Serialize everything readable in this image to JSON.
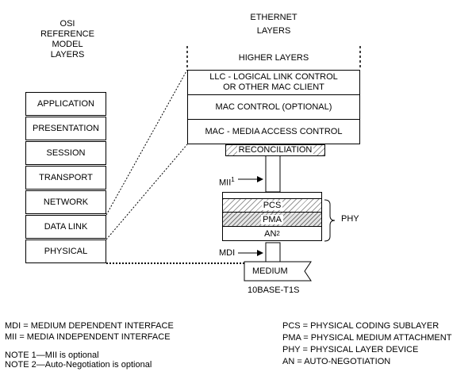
{
  "osi": {
    "title_lines": [
      "OSI",
      "REFERENCE",
      "MODEL",
      "LAYERS"
    ],
    "layers": [
      "APPLICATION",
      "PRESENTATION",
      "SESSION",
      "TRANSPORT",
      "NETWORK",
      "DATA LINK",
      "PHYSICAL"
    ]
  },
  "ethernet": {
    "title_lines": [
      "ETHERNET",
      "LAYERS"
    ],
    "higher": "HIGHER LAYERS",
    "llc_line1": "LLC - LOGICAL LINK CONTROL",
    "llc_line2": "OR OTHER MAC CLIENT",
    "mac_control": "MAC CONTROL (OPTIONAL)",
    "mac": "MAC - MEDIA ACCESS CONTROL",
    "reconciliation": "RECONCILIATION",
    "mii_label": "MII",
    "mii_sup": "1",
    "pcs": "PCS",
    "pma": "PMA",
    "an": "AN",
    "an_sup": "2",
    "phy_label": "PHY",
    "mdi_label": "MDI",
    "medium": "MEDIUM",
    "standard": "10BASE-T1S"
  },
  "legend": {
    "left": [
      "MDI = MEDIUM DEPENDENT INTERFACE",
      "MII = MEDIA INDEPENDENT INTERFACE"
    ],
    "notes": [
      "NOTE 1—MII is optional",
      "NOTE 2—Auto-Negotiation is optional"
    ],
    "right": [
      "PCS = PHYSICAL CODING SUBLAYER",
      "PMA = PHYSICAL MEDIUM ATTACHMENT",
      "PHY = PHYSICAL LAYER DEVICE",
      "AN = AUTO-NEGOTIATION"
    ]
  }
}
